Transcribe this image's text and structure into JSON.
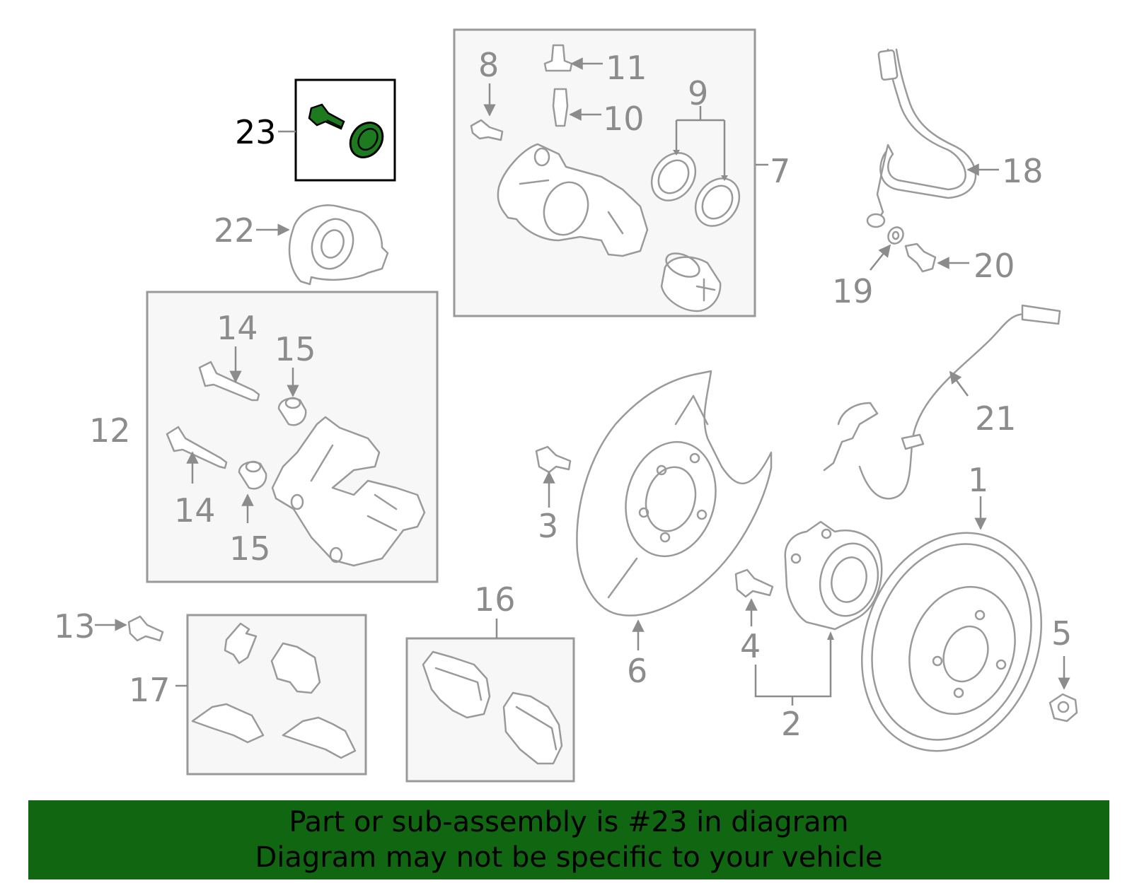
{
  "colors": {
    "highlight": "#1e7a1e",
    "banner_bg": "#116611",
    "part_stroke": "#9a9a9a",
    "box_fill": "#f7f7f7"
  },
  "highlighted_part": "23",
  "callouts": [
    {
      "id": "1",
      "label": "1"
    },
    {
      "id": "2",
      "label": "2"
    },
    {
      "id": "3",
      "label": "3"
    },
    {
      "id": "4",
      "label": "4"
    },
    {
      "id": "5",
      "label": "5"
    },
    {
      "id": "6",
      "label": "6"
    },
    {
      "id": "7",
      "label": "7"
    },
    {
      "id": "8",
      "label": "8"
    },
    {
      "id": "9",
      "label": "9"
    },
    {
      "id": "10",
      "label": "10"
    },
    {
      "id": "11",
      "label": "11"
    },
    {
      "id": "12",
      "label": "12"
    },
    {
      "id": "13",
      "label": "13"
    },
    {
      "id": "14a",
      "label": "14"
    },
    {
      "id": "14b",
      "label": "14"
    },
    {
      "id": "15a",
      "label": "15"
    },
    {
      "id": "15b",
      "label": "15"
    },
    {
      "id": "16",
      "label": "16"
    },
    {
      "id": "17",
      "label": "17"
    },
    {
      "id": "18",
      "label": "18"
    },
    {
      "id": "19",
      "label": "19"
    },
    {
      "id": "20",
      "label": "20"
    },
    {
      "id": "21",
      "label": "21"
    },
    {
      "id": "22",
      "label": "22"
    },
    {
      "id": "23",
      "label": "23"
    }
  ],
  "banner": {
    "line1": "Part or sub-assembly is #23 in diagram",
    "line2": "Diagram may not be specific to your vehicle"
  }
}
